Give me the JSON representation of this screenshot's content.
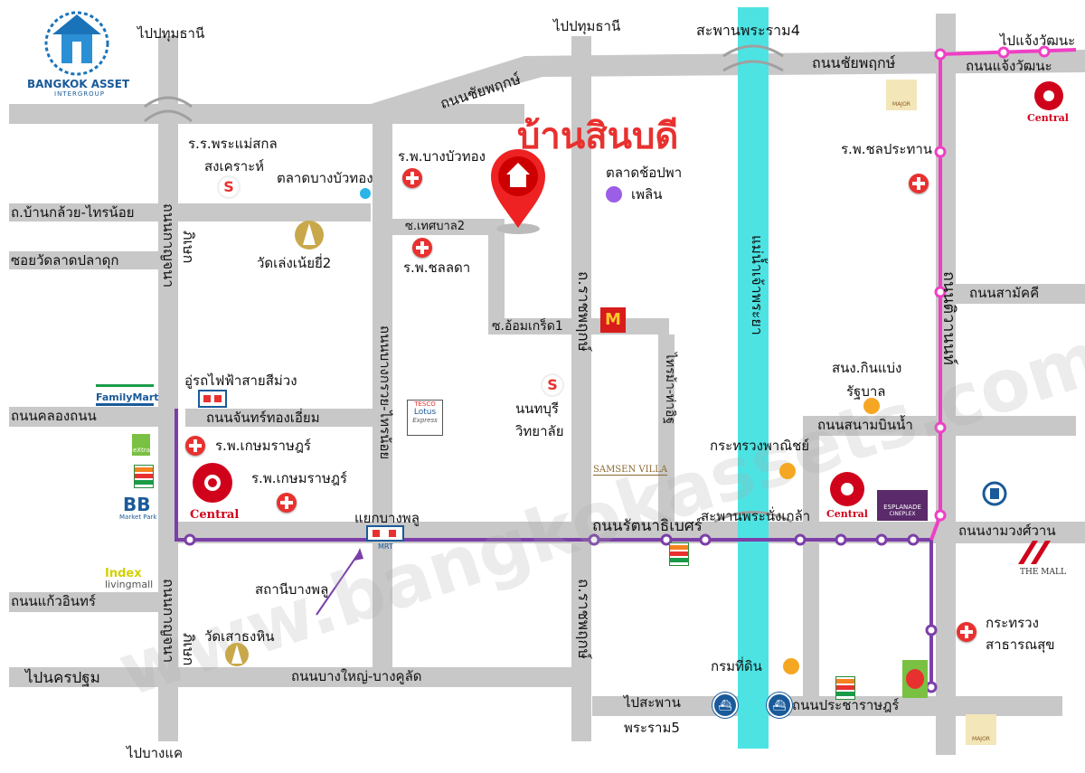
{
  "brand": {
    "logo_text": "BANGKOK ASSET",
    "logo_subtext": "INTERGROUP"
  },
  "title": "บ้านสินบดี",
  "watermark": "www.bangkokassets.com",
  "colors": {
    "road": "#c8c8c8",
    "river": "#4de3e3",
    "purple_line": "#7b3fa8",
    "pink_line": "#ef3fc4",
    "title": "#e8312f"
  },
  "roads": {
    "chaiyaphruek_left": "ถนนชัยพฤกษ์",
    "chaiyaphruek_right": "ถนนชัยพฤกษ์",
    "chaengwattana": "ถนนแจ้งวัฒนะ",
    "kanchanaphisek_top": "ถนนกาญจนา",
    "kanchanaphisek_top2": "ภิเษก",
    "kanchanaphisek_bot": "ถนนกาญจนา",
    "kanchanaphisek_bot2": "ภิเษก",
    "bang_kruai_sai_noi": "ถนนบางกรวย-ไทรน้อย",
    "ratchaphruek_top": "ถ.ราชพฤกษ์",
    "ratchaphruek_bot": "ถ.ราชพฤกษ์",
    "tiwanon": "ถนนติวานนท์",
    "khlong_thanon": "ถนนคลองถนน",
    "chan_thong_iam": "ถนนจันทร์ทองเอี่ยม",
    "rattanathibet": "ถนนรัตนาธิเบศร์",
    "ngamwongwan": "ถนนงามวงศ์วาน",
    "samakkhi": "ถนนสามัคคี",
    "sanambinnam": "ถนนสนามบินน้ำ",
    "kaew_in": "ถนนแก้วอินทร์",
    "bang_yai_bang_khu_lat": "ถนนบางใหญ่-บางคูลัด",
    "pracharat": "ถนนประชาราษฎร์",
    "ban_kluai_sai_noi": "ถ.บ้านกล้วย-ไทรน้อย",
    "soi_wat_lat_pla_duk": "ซอยวัดลาดปลาดุก",
    "soi_thetsaban2": "ซ.เทศบาล2",
    "soi_om_kret1": "ซ.อ้อมเกร็ด1",
    "sai_ma_tha_it": "ไทรม้า-ท่าอิฐ"
  },
  "directions": {
    "pathum_thani_left": "ไปปทุมธานี",
    "pathum_thani_mid": "ไปปทุมธานี",
    "bang_khae": "ไปบางแค",
    "nakhon_pathom": "ไปนครปฐม",
    "chaengwattana": "ไปแจ้งวัฒนะ",
    "rama5_bridge_1": "ไปสะพาน",
    "rama5_bridge_2": "พระราม5"
  },
  "bridges": {
    "rama4": "สะพานพระราม4",
    "phra_nang_klao": "สะพานพระนั่งเกล้า"
  },
  "river": {
    "name": "แม่น้ำเจ้าพระยา"
  },
  "places": {
    "mae_sakon_1": "ร.ร.พระแม่สกล",
    "mae_sakon_2": "สงเคราะห์",
    "bang_bua_thong_market": "ตลาดบางบัวทอง",
    "bang_bua_thong_hospital": "ร.พ.บางบัวทอง",
    "chop_pha_1": "ตลาดช้อปพา",
    "chop_pha_2": "เพลิน",
    "wat_le_nui": "วัดเล่งเน้ยยี่2",
    "chonlada_hospital": "ร.พ.ชลลดา",
    "chonprathan_hospital": "ร.พ.ชลประทาน",
    "purple_depot": "อู่รถไฟฟ้าสายสีม่วง",
    "kasemrad_1": "ร.พ.เกษมราษฎร์",
    "kasemrad_2": "ร.พ.เกษมราษฎร์",
    "nonthaburi_school_1": "นนทบุรี",
    "nonthaburi_school_2": "วิทยาลัย",
    "army_1": "สนง.กินแบ่ง",
    "army_2": "รัฐบาล",
    "commerce": "กระทรวงพาณิชย์",
    "bang_phlu_junction": "แยกบางพลู",
    "bang_phlu_station": "สถานีบางพลู",
    "wat_sao_thong_hin": "วัดเสาธงหิน",
    "public_health_1": "กระทรวง",
    "public_health_2": "สาธารณสุข",
    "land_dept": "กรมที่ดิน"
  },
  "brands": {
    "familymart": "FamilyMart",
    "central": "Central",
    "index_1": "Index",
    "index_2": "livingmall",
    "bb": "BB",
    "bb_sub": "Market Park",
    "tesco_1": "TESCO",
    "tesco_2": "Lotus",
    "tesco_3": "Express",
    "samsen_villa": "SAMSEN VILLA",
    "esplanade_1": "ESPLANADE",
    "esplanade_2": "CINEPLEX",
    "the_mall": "THE MALL",
    "major": "MAJOR",
    "mrt": "MRT",
    "extra": "eXtra"
  }
}
